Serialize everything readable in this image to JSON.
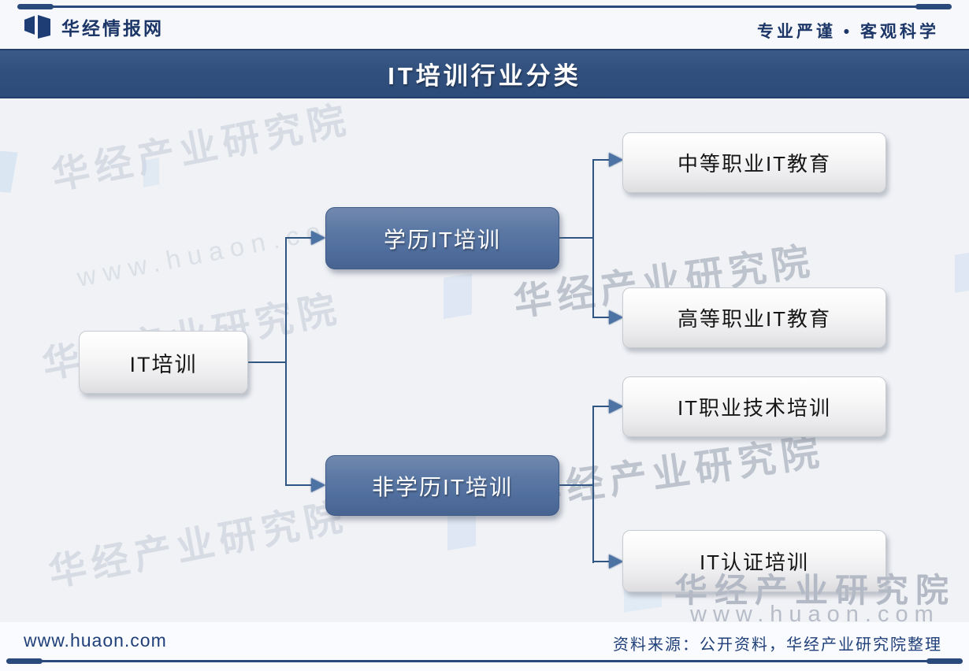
{
  "header": {
    "brand": "华经情报网",
    "slogan": "专业严谨 • 客观科学"
  },
  "title_bar": {
    "title": "IT培训行业分类"
  },
  "diagram": {
    "type": "tree",
    "root": {
      "label": "IT培训"
    },
    "branches": [
      {
        "label": "学历IT培训",
        "children": [
          {
            "label": "中等职业IT教育"
          },
          {
            "label": "高等职业IT教育"
          }
        ]
      },
      {
        "label": "非学历IT培训",
        "children": [
          {
            "label": "IT职业技术培训"
          },
          {
            "label": "IT认证培训"
          }
        ]
      }
    ]
  },
  "watermark": {
    "brand": "华经产业研究院",
    "site": "www.huaon.com"
  },
  "footer": {
    "site": "www.huaon.com",
    "source": "资料来源：公开资料，华经产业研究院整理"
  },
  "colors": {
    "title_bar_bg": "#31507e",
    "node_blue": "#54719f",
    "node_white": "#f2f2f4",
    "connector": "#2f5583",
    "accent_text": "#1c3668",
    "watermark_gray": "#b4bac5"
  }
}
